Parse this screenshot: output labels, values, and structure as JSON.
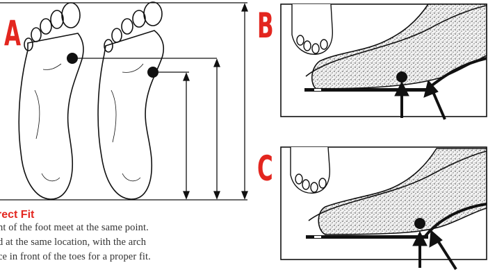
{
  "panels": {
    "a": {
      "letter": "A"
    },
    "b": {
      "letter": "B"
    },
    "c": {
      "letter": "C"
    }
  },
  "caption": {
    "heading": "rect Fit",
    "lines": [
      "nt of the foot meet at the same point.",
      "d at the same location, with the arch",
      "ce in front of the toes for a proper fit."
    ]
  },
  "colors": {
    "accent": "#e3261f",
    "ink": "#111111",
    "caption_text": "#333333"
  }
}
